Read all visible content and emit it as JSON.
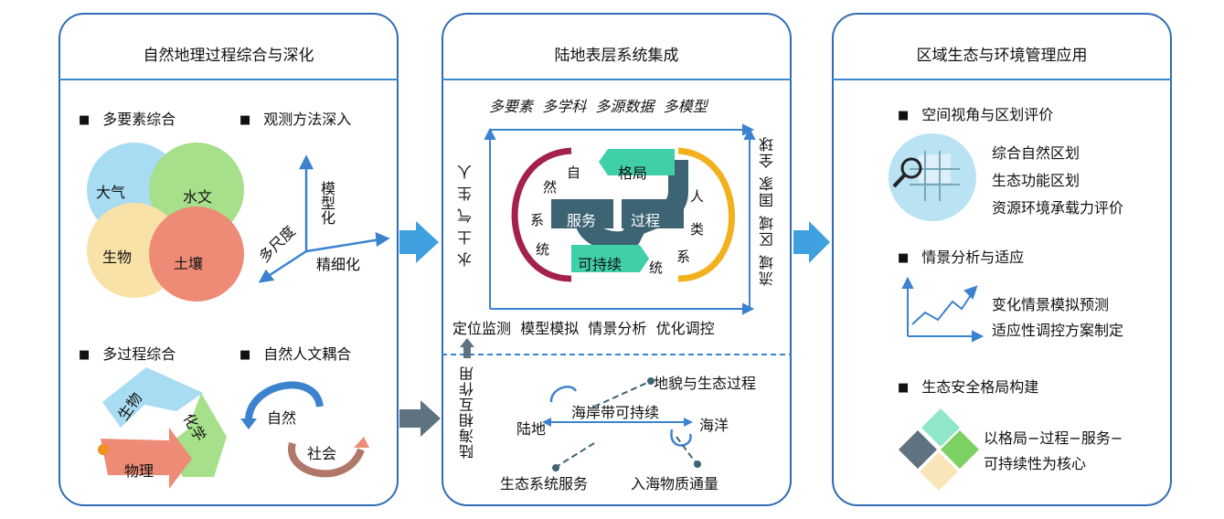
{
  "panel1": {
    "title": "自然地理过程综合与深化",
    "multi_element": "多要素综合",
    "observation": "观测方法深入",
    "circles": {
      "atmosphere": "大气",
      "hydrology": "水文",
      "biology": "生物",
      "soil": "土壤"
    },
    "axes": {
      "model": "模型化",
      "multiscale": "多尺度",
      "refine": "精细化"
    },
    "multi_process": "多过程综合",
    "coupling": "自然人文耦合",
    "cycle": {
      "bio": "生物",
      "chem": "化学",
      "phys": "物理"
    },
    "nature": "自然",
    "society": "社会"
  },
  "panel2": {
    "title": "陆地表层系统集成",
    "top_row": [
      "多要素",
      "多学科",
      "多源数据",
      "多模型"
    ],
    "left_col": "水土气生人",
    "right_col": "流域 区域 国家 全球",
    "bottom_row": [
      "定位监测",
      "模型模拟",
      "情景分析",
      "优化调控"
    ],
    "center": {
      "pattern": "格局",
      "process": "过程",
      "service": "服务",
      "sustain": "可持续",
      "nat": [
        "自",
        "然",
        "系",
        "统"
      ],
      "hum": [
        "人",
        "类",
        "系",
        "统"
      ]
    },
    "land_sea": "陆海相互作用",
    "coast": "海岸带可持续",
    "land": "陆地",
    "ocean": "海洋",
    "landform": "地貌与生态过程",
    "eco_service": "生态系统服务",
    "flux": "入海物质通量"
  },
  "panel3": {
    "title": "区域生态与环境管理应用",
    "s1": "空间视角与区划评价",
    "s1_items": [
      "综合自然区划",
      "生态功能区划",
      "资源环境承载力评价"
    ],
    "s2": "情景分析与适应",
    "s2_items": [
      "变化情景模拟预测",
      "适应性调控方案制定"
    ],
    "s3": "生态安全格局构建",
    "s3_items": [
      "以格局−过程−服务−",
      "可持续性为核心"
    ]
  },
  "colors": {
    "border": "#2f6cb3",
    "arrow_blue": "#3fa0e0",
    "arrow_gray": "#5f7280",
    "teal": "#3fd0a8",
    "slate": "#3d6473"
  }
}
